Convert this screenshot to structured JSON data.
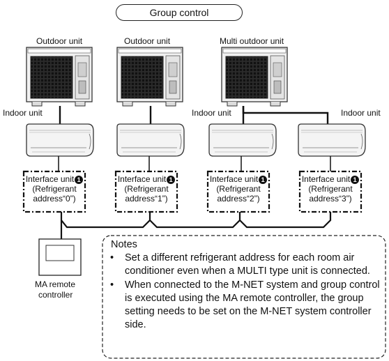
{
  "title": "Group control",
  "outdoor_units": [
    {
      "label": "Outdoor unit"
    },
    {
      "label": "Outdoor unit"
    },
    {
      "label": "Multi outdoor unit"
    }
  ],
  "indoor_labels": [
    {
      "label": "Indoor unit"
    },
    {
      "label": "Indoor unit"
    }
  ],
  "interface_units": [
    {
      "head": "Interface unit",
      "badge": "1",
      "line2": "(Refrigerant",
      "line3": "address“0”)"
    },
    {
      "head": "Interface unit",
      "badge": "1",
      "line2": "(Refrigerant",
      "line3": "address“1”)"
    },
    {
      "head": "Interface unit",
      "badge": "1",
      "line2": "(Refrigerant",
      "line3": "address“2”)"
    },
    {
      "head": "Interface unit",
      "badge": "1",
      "line2": "(Refrigerant",
      "line3": "address“3”)"
    }
  ],
  "remote": {
    "line1": "MA remote",
    "line2": "controller"
  },
  "notes": {
    "title": "Notes",
    "items": [
      "Set a different refrigerant address for each room air conditioner even when a MULTI type unit is connected.",
      "When connected to the M-NET system and group control is executed using the MA remote controller, the group setting needs to be set on the M-NET system controller side."
    ]
  }
}
